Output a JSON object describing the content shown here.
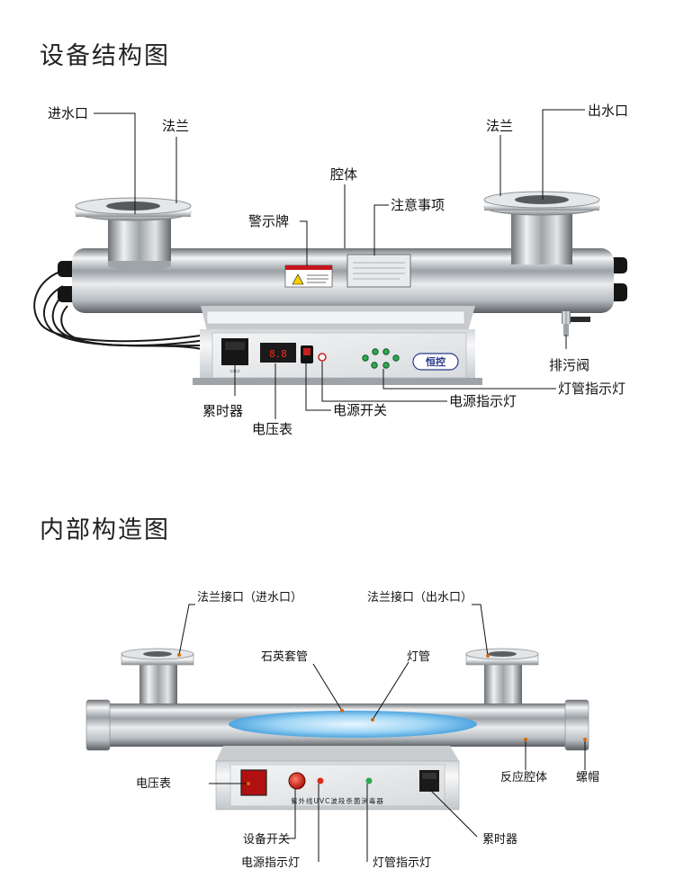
{
  "section1": {
    "title": "设备结构图",
    "labels": {
      "inlet": "进水口",
      "flange_left": "法兰",
      "cavity": "腔体",
      "notice": "注意事项",
      "warning_sign": "警示牌",
      "flange_right": "法兰",
      "outlet": "出水口",
      "drain_valve": "排污阀",
      "lamp_indicator": "灯管指示灯",
      "power_indicator": "电源指示灯",
      "power_switch": "电源开关",
      "timer": "累时器",
      "voltmeter": "电压表"
    },
    "brand": "恒控"
  },
  "section2": {
    "title": "内部构造图",
    "labels": {
      "flange_inlet": "法兰接口（进水口）",
      "flange_outlet": "法兰接口（出水口）",
      "quartz_sleeve": "石英套管",
      "lamp": "灯管",
      "voltmeter": "电压表",
      "reactor_body": "反应腔体",
      "nut_cap": "螺帽",
      "device_switch": "设备开关",
      "timer": "累时器",
      "power_indicator": "电源指示灯",
      "lamp_indicator": "灯管指示灯"
    },
    "panel_text": "紫外线UVC波段杀菌消毒器"
  }
}
